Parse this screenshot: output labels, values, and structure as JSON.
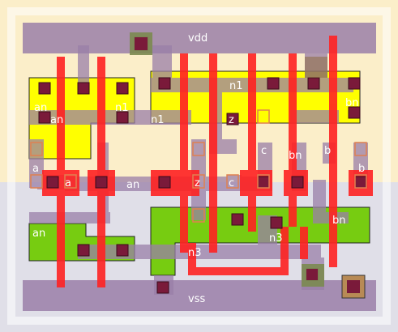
{
  "colors": {
    "nwell": "#fbeec9",
    "pwell": "#e0dfe8",
    "active_p": "#ffff00",
    "active_n": "#77cc11",
    "poly": "#ff2222",
    "metal": "#9a7fa8",
    "contact": "#7a1a3a",
    "via": "#886633"
  },
  "labels": {
    "vdd": "vdd",
    "vss": "vss",
    "an_tl": "an",
    "an_tl2": "an",
    "n1_tl": "n1",
    "n1_mid": "n1",
    "n1_top": "n1",
    "bn_tr": "bn",
    "z_top": "z",
    "c_mid": "c",
    "bn_mid": "bn",
    "b_mid": "b",
    "a_left": "a",
    "a_pin": "a",
    "an_row": "an",
    "z_row": "z",
    "c_row": "c",
    "b_right": "b",
    "bn_right": "bn",
    "an_bot": "an",
    "n3_bot": "n3",
    "n3_mid": "n3"
  }
}
